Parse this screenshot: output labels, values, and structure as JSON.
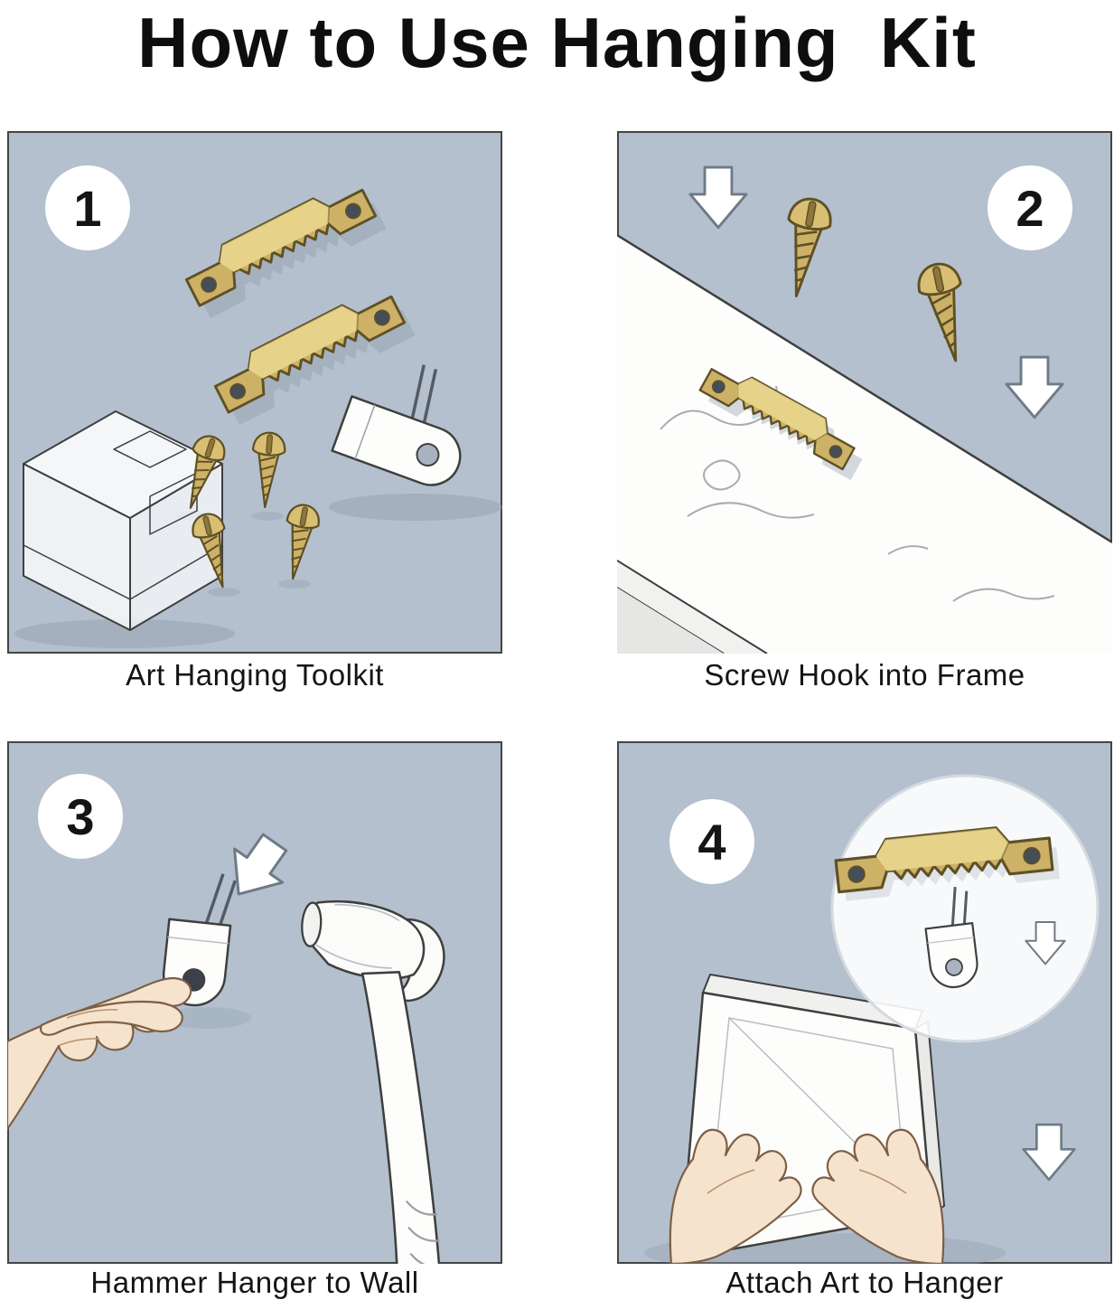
{
  "title": "How to Use Hanging  Kit",
  "colors": {
    "panel_background": "#b4c0cd",
    "brass": "#cdb166",
    "brass_light": "#e6d288",
    "outline": "#3f3f3f",
    "skin": "#f6e3cd",
    "shadow": "#93a0ae",
    "white_item": "#fdfdfc"
  },
  "panels": [
    {
      "number": "1",
      "caption": "Art Hanging Toolkit",
      "items": [
        "two sawtooth hangers",
        "four brass screws",
        "clear storage box",
        "wall hook with pins"
      ]
    },
    {
      "number": "2",
      "caption": "Screw Hook into Frame",
      "items": [
        "wood frame edge",
        "sawtooth hanger",
        "two brass screws",
        "two down arrows"
      ]
    },
    {
      "number": "3",
      "caption": "Hammer Hanger to Wall",
      "items": [
        "hand holding wall hanger",
        "hammer",
        "down arrow"
      ]
    },
    {
      "number": "4",
      "caption": "Attach Art to Hanger",
      "items": [
        "magnified sawtooth hanger and wall hook",
        "canvas frame",
        "two hands",
        "down arrows"
      ]
    }
  ]
}
